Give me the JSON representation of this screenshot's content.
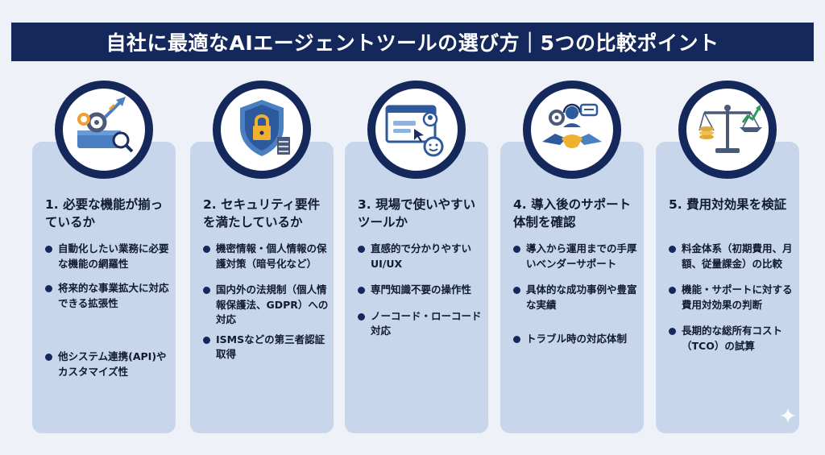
{
  "title": "自社に最適なAIエージェントツールの選び方｜5つの比較ポイント",
  "points": [
    {
      "heading": "1. 必要な機能が揃っているか",
      "icon": "toolbox-gear-icon",
      "bullets": [
        "自動化したい業務に必要な機能の網羅性",
        "将来的な事業拡大に対応できる拡張性",
        "他システム連携(API)やカスタマイズ性"
      ]
    },
    {
      "heading": "2. セキュリティ要件を満たしているか",
      "icon": "shield-lock-icon",
      "bullets": [
        "機密情報・個人情報の保護対策（暗号化など）",
        "国内外の法規制（個人情報保護法、GDPR）への対応",
        "ISMSなどの第三者認証取得"
      ]
    },
    {
      "heading": "3. 現場で使いやすいツールか",
      "icon": "browser-user-icon",
      "bullets": [
        "直感的で分かりやすいUI/UX",
        "専門知識不要の操作性",
        "ノーコード・ローコード対応"
      ]
    },
    {
      "heading": "4. 導入後のサポート体制を確認",
      "icon": "support-handshake-icon",
      "bullets": [
        "導入から運用までの手厚いベンダーサポート",
        "具体的な成功事例や豊富な実績",
        "トラブル時の対応体制"
      ]
    },
    {
      "heading": "5. 費用対効果を検証",
      "icon": "cost-scale-icon",
      "bullets": [
        "料金体系（初期費用、月額、従量課金）の比較",
        "機能・サポートに対する費用対効果の判断",
        "長期的な総所有コスト（TCO）の試算"
      ]
    }
  ],
  "colors": {
    "navy": "#15285c",
    "card": "#c7d6ea",
    "accent_blue": "#4a7fc1",
    "gold": "#e0a83a"
  }
}
